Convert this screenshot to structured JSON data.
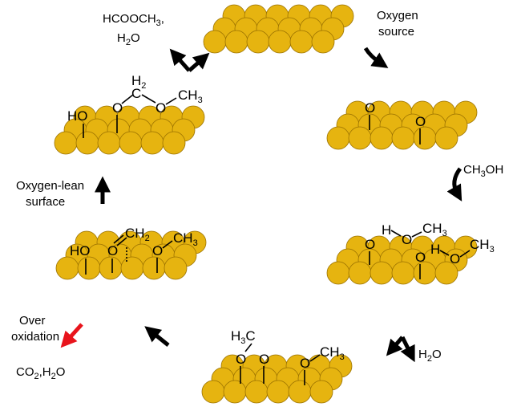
{
  "labels": {
    "top_product_line1": "HCOOCH",
    "top_product_sub3": "3",
    "top_product_comma": ",",
    "top_product_h": "H",
    "top_product_sub2": "2",
    "top_product_o": "O",
    "oxygen_source_line1": "Oxygen",
    "oxygen_source_line2": "source",
    "methanol_ch": "CH",
    "methanol_sub3": "3",
    "methanol_oh": "OH",
    "water_h": "H",
    "water_sub2": "2",
    "water_o": "O",
    "oxygen_lean_line1": "Oxygen-lean",
    "oxygen_lean_line2": "surface",
    "over_oxidation_line1": "Over",
    "over_oxidation_line2": "oxidation",
    "co2h2o_co": "CO",
    "co2h2o_sub2a": "2",
    "co2h2o_h": ",H",
    "co2h2o_sub2b": "2",
    "co2h2o_o": "O"
  },
  "atoms": {
    "O": "O",
    "H": "H",
    "HO": "HO",
    "CH": "CH",
    "C": "C",
    "sub2": "2",
    "sub3": "3"
  },
  "colors": {
    "gold": "#e6b410",
    "gold_edge": "#9a7100",
    "over_oxidation_arrow": "#e8141c",
    "arrow": "#000000"
  }
}
